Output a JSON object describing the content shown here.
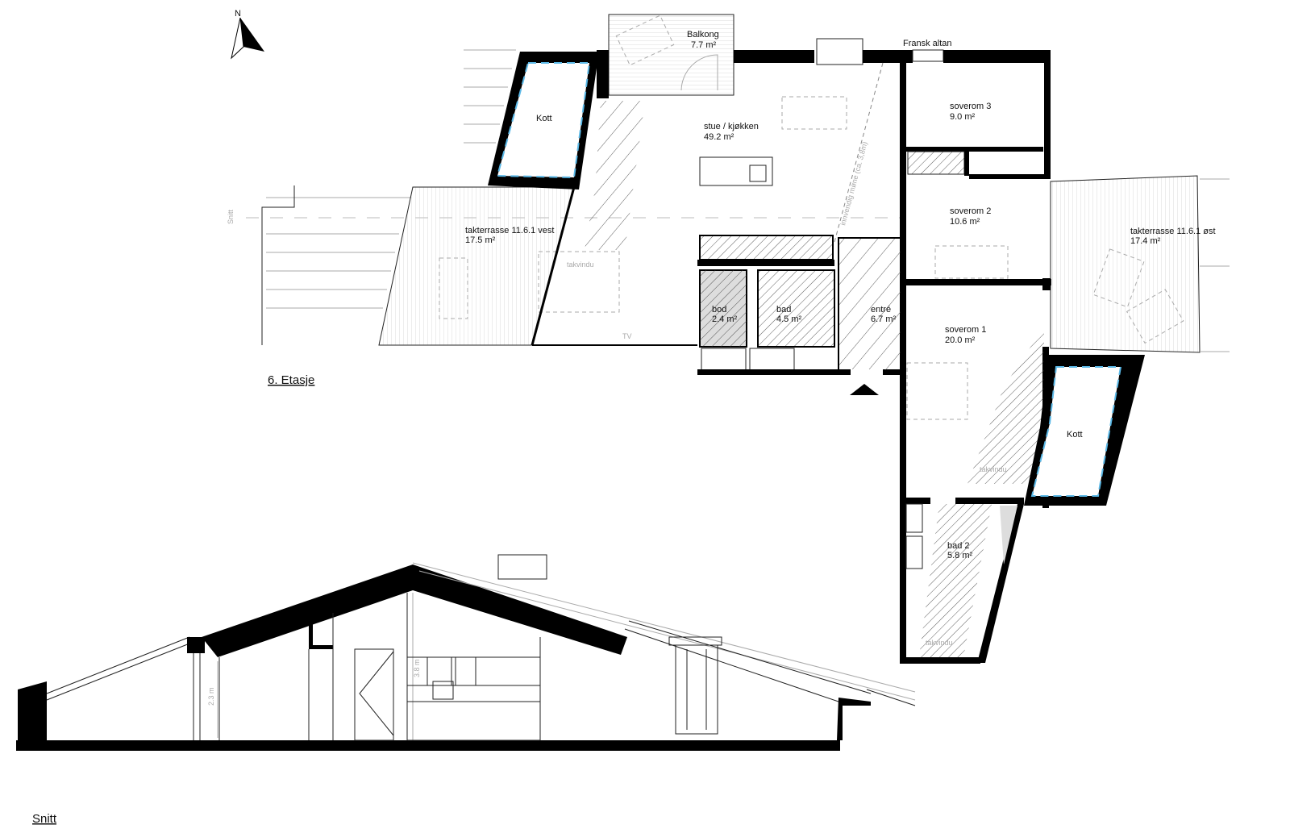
{
  "floor_title": "6. Etasje",
  "section_title": "Snitt",
  "section_marker": "Snitt",
  "north_label": "N",
  "rooms": {
    "balkong": {
      "name": "Balkong",
      "area": "7.7 m²"
    },
    "fransk_altan": {
      "name": "Fransk altan"
    },
    "kott_west": {
      "name": "Kott"
    },
    "stue": {
      "name": "stue / kjøkken",
      "area": "49.2 m²"
    },
    "soverom3": {
      "name": "soverom 3",
      "area": "9.0 m²"
    },
    "soverom2": {
      "name": "soverom 2",
      "area": "10.6 m²"
    },
    "terrasse_vest": {
      "name": "takterrasse 11.6.1 vest",
      "area": "17.5 m²"
    },
    "terrasse_ost": {
      "name": "takterrasse 11.6.1 øst",
      "area": "17.4 m²"
    },
    "bod": {
      "name": "bod",
      "area": "2.4 m²"
    },
    "bad": {
      "name": "bad",
      "area": "4.5 m²"
    },
    "entre": {
      "name": "entré",
      "area": "6.7 m²"
    },
    "soverom1": {
      "name": "soverom 1",
      "area": "20.0 m²"
    },
    "kott_east": {
      "name": "Kott"
    },
    "bad2": {
      "name": "bad 2",
      "area": "5.8 m²"
    }
  },
  "annotations": {
    "ridge": "innvendig møne (ca. 3,8m)",
    "skylight": "takvindu",
    "tv": "TV",
    "height_low": "2.3 m",
    "height_high": "3.8 m"
  },
  "colors": {
    "wall": "#000000",
    "storage_outline": "#5bb8e6",
    "hatch": "#333333"
  }
}
